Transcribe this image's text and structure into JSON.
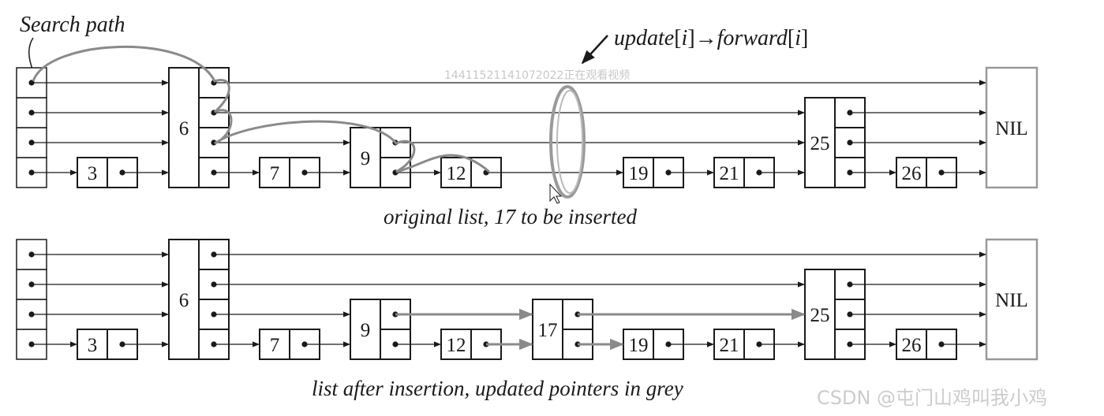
{
  "labels": {
    "search_path": "Search path",
    "update_prefix": "update",
    "update_index": "i",
    "update_arrow": "→",
    "update_forward": "forward",
    "caption_top": "original list, 17 to be inserted",
    "caption_bottom": "list after insertion, updated pointers in grey",
    "nil": "NIL",
    "watermark_overlay": "14411521141072022正在观看视频",
    "credit": "CSDN @屯门山鸡叫我小鸡"
  },
  "colors": {
    "ink": "#1a1a1a",
    "grey_pointer": "#8a8a8a",
    "nil_border": "#999999",
    "watermark": "#c8c8c8"
  },
  "top_list": {
    "nodes": [
      {
        "key": "",
        "levels": 4
      },
      {
        "key": "3",
        "levels": 1
      },
      {
        "key": "6",
        "levels": 4
      },
      {
        "key": "7",
        "levels": 1
      },
      {
        "key": "9",
        "levels": 2
      },
      {
        "key": "12",
        "levels": 1
      },
      {
        "key": "19",
        "levels": 1
      },
      {
        "key": "21",
        "levels": 1
      },
      {
        "key": "25",
        "levels": 3
      },
      {
        "key": "26",
        "levels": 1
      }
    ]
  },
  "bottom_list": {
    "nodes": [
      {
        "key": "",
        "levels": 4
      },
      {
        "key": "3",
        "levels": 1
      },
      {
        "key": "6",
        "levels": 4
      },
      {
        "key": "7",
        "levels": 1
      },
      {
        "key": "9",
        "levels": 2
      },
      {
        "key": "12",
        "levels": 1
      },
      {
        "key": "17",
        "levels": 2
      },
      {
        "key": "19",
        "levels": 1
      },
      {
        "key": "21",
        "levels": 1
      },
      {
        "key": "25",
        "levels": 3
      },
      {
        "key": "26",
        "levels": 1
      }
    ]
  }
}
